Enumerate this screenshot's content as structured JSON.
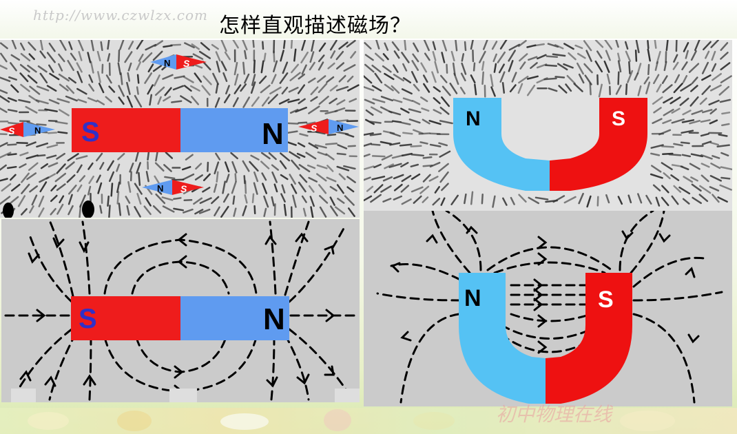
{
  "header": {
    "watermark_url": "http://www.czwlzx.com",
    "title": "怎样直观描述磁场？"
  },
  "footer": {
    "watermark_text": "初中物理在线"
  },
  "magnets": {
    "bar_left_pole": "S",
    "bar_right_pole": "N",
    "horseshoe_left_pole": "N",
    "horseshoe_right_pole": "S",
    "compass_n": "N",
    "compass_s": "S"
  },
  "colors": {
    "north_blue": "#5f9bf0",
    "south_red": "#ee1c1c",
    "horseshoe_blue": "#55c2f4",
    "horseshoe_red": "#ee1111",
    "filing_bg": "#dedede",
    "diagram_bg": "#cbcbcb"
  }
}
